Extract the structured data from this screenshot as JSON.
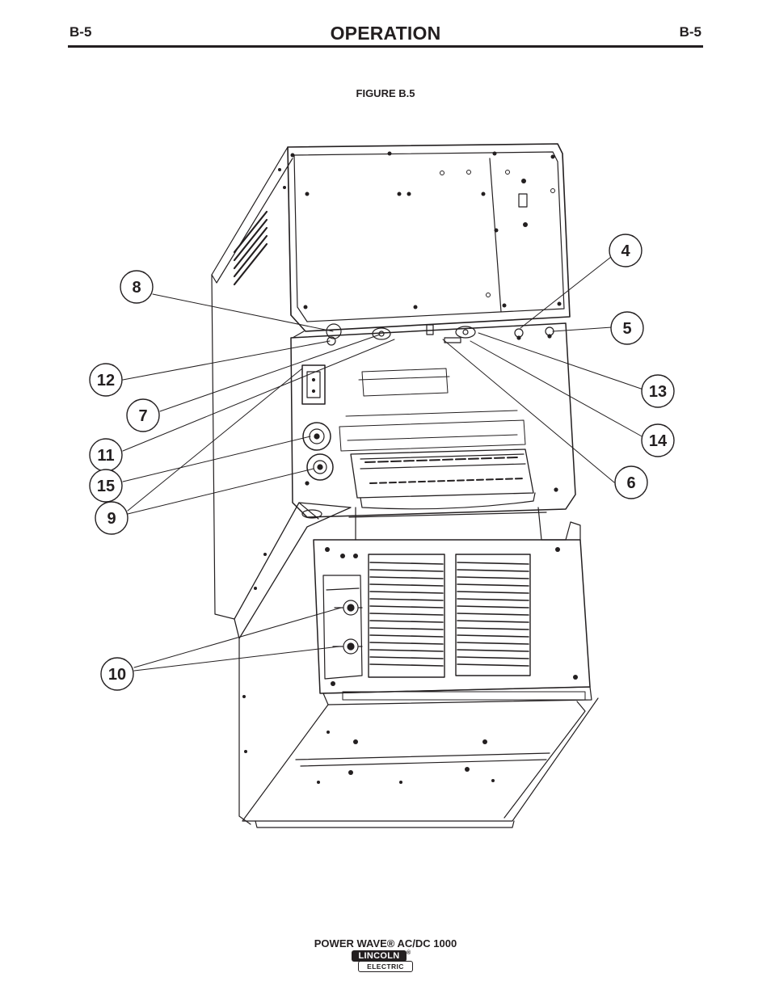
{
  "header": {
    "page_left": "B-5",
    "page_right": "B-5",
    "section_title": "OPERATION"
  },
  "figure": {
    "caption": "FIGURE B.5",
    "callouts": [
      "4",
      "5",
      "6",
      "7",
      "8",
      "9",
      "10",
      "11",
      "12",
      "13",
      "14",
      "15"
    ]
  },
  "footer": {
    "product_name": "POWER WAVE® AC/DC 1000",
    "logo_top": "LINCOLN",
    "logo_reg": "®",
    "logo_bottom": "ELECTRIC"
  }
}
